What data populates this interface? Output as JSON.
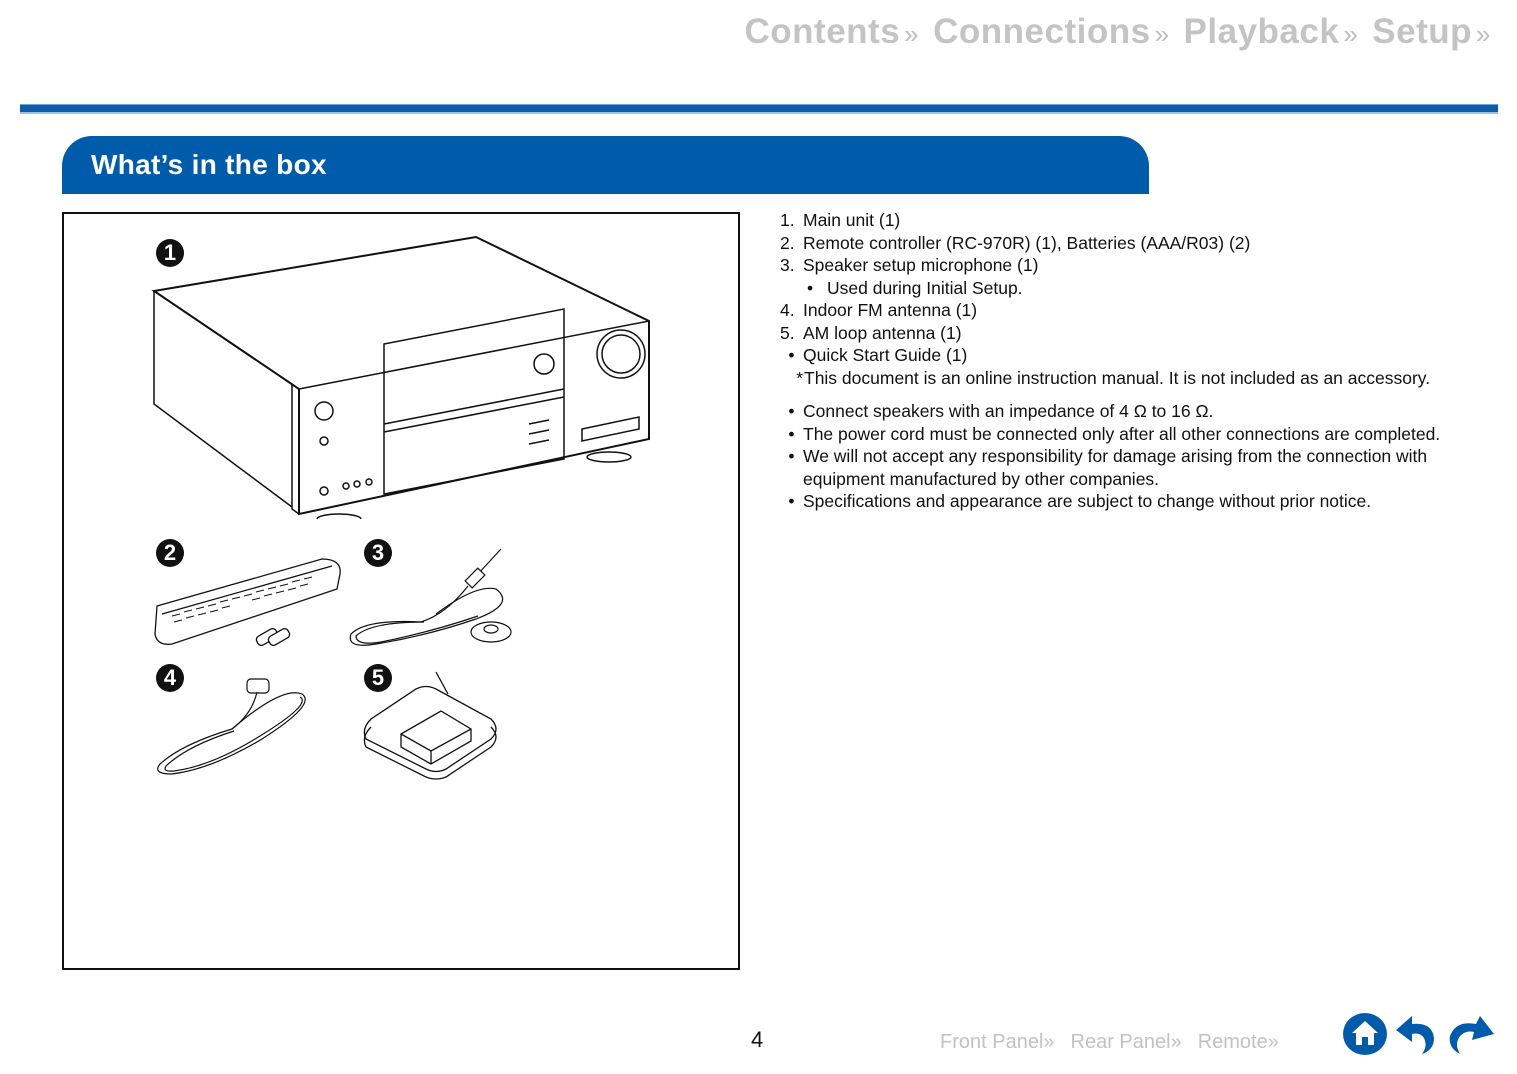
{
  "top_nav": [
    {
      "label": "Contents",
      "chevron": "»"
    },
    {
      "label": "Connections",
      "chevron": "»"
    },
    {
      "label": "Playback",
      "chevron": "»"
    },
    {
      "label": "Setup",
      "chevron": "»"
    }
  ],
  "section": {
    "title": "What’s in the box"
  },
  "figure": {
    "badges": [
      "1",
      "2",
      "3",
      "4",
      "5"
    ],
    "items": [
      "main-unit",
      "remote-controller",
      "speaker-setup-microphone",
      "indoor-fm-antenna",
      "am-loop-antenna"
    ]
  },
  "contents_list": [
    {
      "marker": "1.",
      "text": "Main unit (1)"
    },
    {
      "marker": "2.",
      "text": "Remote controller (RC-970R) (1), Batteries (AAA/R03) (2)"
    },
    {
      "marker": "3.",
      "text": "Speaker setup microphone (1)"
    },
    {
      "marker": "•",
      "text": "Used during Initial Setup.",
      "sub": true
    },
    {
      "marker": "4.",
      "text": "Indoor FM antenna (1)"
    },
    {
      "marker": "5.",
      "text": "AM loop antenna (1)"
    },
    {
      "marker": "•",
      "text": "Quick Start Guide (1)"
    },
    {
      "marker": "*",
      "text": "This document is an online instruction manual. It is not included as an accessory."
    }
  ],
  "notes": [
    "Connect speakers with an impedance of 4 Ω to 16 Ω.",
    "The power cord must be connected only after all other connections are completed.",
    "We will not accept any responsibility for damage arising from the connection with equipment manufactured by other companies.",
    "Specifications and appearance are subject to change without prior notice."
  ],
  "footer": {
    "page_number": "4",
    "links": [
      {
        "label": "Front Panel",
        "chevron": "»"
      },
      {
        "label": "Rear Panel",
        "chevron": "»"
      },
      {
        "label": "Remote",
        "chevron": "»"
      }
    ],
    "icons": [
      "home-icon",
      "back-icon",
      "forward-icon"
    ],
    "accent": "#005bab"
  }
}
